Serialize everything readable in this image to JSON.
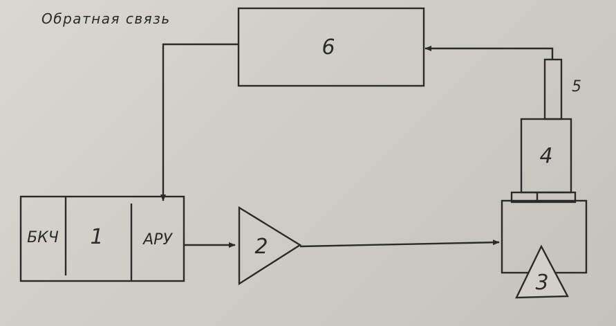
{
  "caption": "Обратная связь",
  "blocks": {
    "bkch": "БКЧ",
    "unit1": "1",
    "aru": "АРУ",
    "amplifier": "2",
    "transducer": "3",
    "unit4": "4",
    "sensor": "5",
    "unit6": "6"
  },
  "colors": {
    "ink": "#2a2a2a",
    "paper": "#d4d3cb"
  }
}
